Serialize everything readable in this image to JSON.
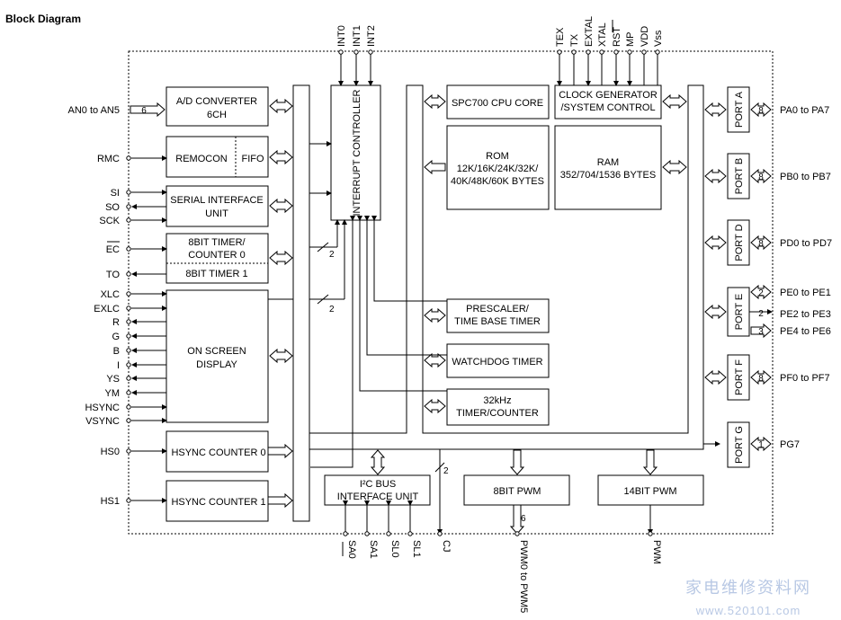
{
  "title": "Block Diagram",
  "blocks": {
    "adc": [
      "A/D CONVERTER",
      "6CH"
    ],
    "remocon": "REMOCON",
    "fifo": "FIFO",
    "serial": [
      "SERIAL INTERFACE",
      "UNIT"
    ],
    "timer0": [
      "8BIT TIMER/",
      "COUNTER 0"
    ],
    "timer1": "8BIT TIMER 1",
    "osd": [
      "ON SCREEN",
      "DISPLAY"
    ],
    "hsync0": "HSYNC COUNTER 0",
    "hsync1": "HSYNC COUNTER 1",
    "intc": "INTERRUPT CONTROLLER",
    "cpu": "SPC700 CPU CORE",
    "clock": [
      "CLOCK GENERATOR",
      "/SYSTEM CONTROL"
    ],
    "rom": [
      "ROM",
      "12K/16K/24K/32K/",
      "40K/48K/60K BYTES"
    ],
    "ram": [
      "RAM",
      "352/704/1536 BYTES"
    ],
    "prescaler": [
      "PRESCALER/",
      "TIME BASE TIMER"
    ],
    "watchdog": "WATCHDOG TIMER",
    "timer32": [
      "32kHz",
      "TIMER/COUNTER"
    ],
    "i2c": [
      "I²C BUS",
      "INTERFACE UNIT"
    ],
    "pwm8": "8BIT PWM",
    "pwm14": "14BIT PWM"
  },
  "ports": [
    "PORT A",
    "PORT B",
    "PORT D",
    "PORT E",
    "PORT F",
    "PORT G"
  ],
  "left_pins": [
    "AN0 to AN5",
    "RMC",
    "SI",
    "SO",
    "SCK",
    "EC",
    "TO",
    "XLC",
    "EXLC",
    "R",
    "G",
    "B",
    "I",
    "YS",
    "YM",
    "HSYNC",
    "VSYNC",
    "HS0",
    "HS1"
  ],
  "top_pins": [
    "INT0",
    "INT1",
    "INT2",
    "TEX",
    "TX",
    "EXTAL",
    "XTAL",
    "RST",
    "MP",
    "VDD",
    "Vss"
  ],
  "right_pins": [
    "PA0 to PA7",
    "PB0 to PB7",
    "PD0 to PD7",
    "PE0 to PE1",
    "PE2 to PE3",
    "PE4 to PE6",
    "PF0 to PF7",
    "PG7"
  ],
  "bottom_pins": [
    "SA0",
    "SA1",
    "SL0",
    "SL1",
    "CJ",
    "PWM0 to PWM5",
    "PWM"
  ],
  "bus_widths": {
    "adc": "6",
    "timer": "2",
    "osd": "2",
    "i2c": "2",
    "pwm": "6",
    "porta": "8",
    "portb": "8",
    "portd": "8",
    "pe01": "2",
    "pe23": "2",
    "pe46": "3",
    "portf": "8",
    "portg": "1"
  },
  "watermark": [
    "家电维修资料网",
    "www.520101.com"
  ]
}
